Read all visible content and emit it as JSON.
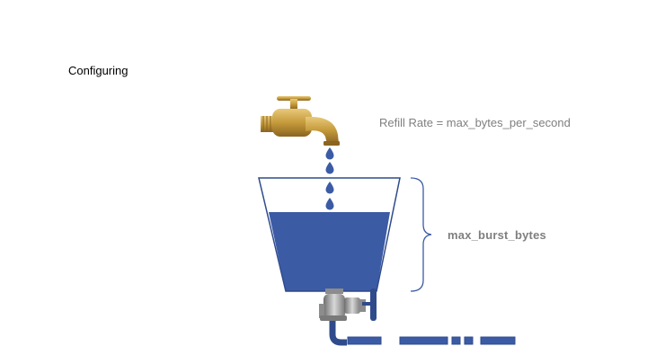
{
  "slide": {
    "title": "Configuring"
  },
  "diagram": {
    "refill_rate_label": "Refill Rate = max_bytes_per_second",
    "burst_label": "max_burst_bytes",
    "bucket_fill_fraction": 0.69,
    "colors": {
      "water": "#3b5ba5",
      "water_dark": "#2f4b8c",
      "bucket_outline": "#2f4b8c",
      "brace": "#3b5ba5",
      "label_gray": "#7f7f7f",
      "faucet_brass": "#c59a3b",
      "valve_steel": "#9a9a9a"
    },
    "icons": [
      "faucet-icon",
      "water-drop-icon",
      "valve-icon",
      "pipe-icon"
    ]
  }
}
